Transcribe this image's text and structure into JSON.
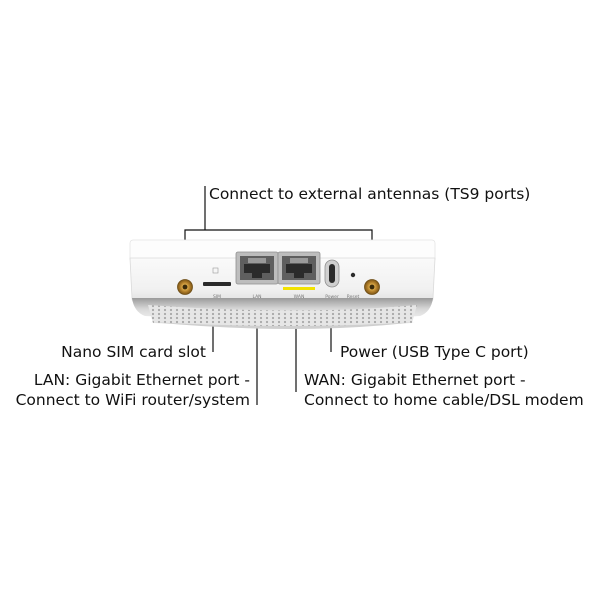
{
  "callouts": {
    "antennas": "Connect to external antennas (TS9 ports)",
    "sim": "Nano SIM card slot",
    "lan_line1": "LAN: Gigabit Ethernet port -",
    "lan_line2": "Connect to WiFi router/system",
    "power": "Power (USB Type C port)",
    "wan_line1": "WAN: Gigabit Ethernet port -",
    "wan_line2": "Connect to home cable/DSL modem"
  },
  "device_labels": {
    "sim": "SIM",
    "lan": "LAN",
    "wan": "WAN",
    "power": "Power",
    "reset": "Reset"
  },
  "colors": {
    "device_body": "#f3f3f3",
    "wan_indicator": "#f2e200",
    "antenna_connector": "#b8862b",
    "leader_line": "#111111"
  }
}
